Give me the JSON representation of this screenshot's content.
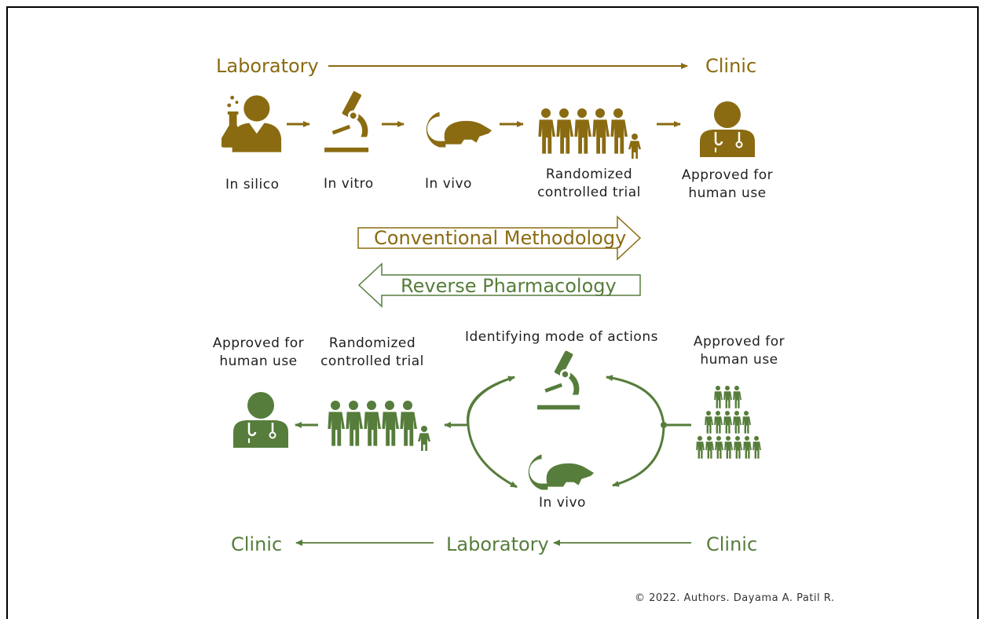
{
  "top": {
    "from": "Laboratory",
    "to": "Clinic",
    "steps": [
      {
        "label": "In silico",
        "icon": "scientist-icon"
      },
      {
        "label": "In vitro",
        "icon": "microscope-icon"
      },
      {
        "label": "In vivo",
        "icon": "rat-icon"
      },
      {
        "label_line1": "Randomized",
        "label_line2": "controlled trial",
        "icon": "people-group-icon"
      },
      {
        "label_line1": "Approved for",
        "label_line2": "human use",
        "icon": "doctor-icon"
      }
    ]
  },
  "conventional_label": "Conventional Methodology",
  "reverse_label": "Reverse Pharmacology",
  "bottom": {
    "doctor": {
      "label_line1": "Approved for",
      "label_line2": "human use",
      "icon": "doctor-icon"
    },
    "rct": {
      "label_line1": "Randomized",
      "label_line2": "controlled trial",
      "icon": "people-group-icon"
    },
    "moa": {
      "label": "Identifying mode of actions",
      "icon": "microscope-icon"
    },
    "invivo": {
      "label": "In vivo",
      "icon": "rat-icon"
    },
    "approved": {
      "label_line1": "Approved for",
      "label_line2": "human use",
      "icon": "crowd-pyramid-icon"
    },
    "flow": {
      "left": "Clinic",
      "middle": "Laboratory",
      "right": "Clinic"
    }
  },
  "copyright": "© 2022. Authors. Dayama A. Patil R.",
  "colors": {
    "gold": "#8a6b11",
    "green": "#567d3b"
  }
}
